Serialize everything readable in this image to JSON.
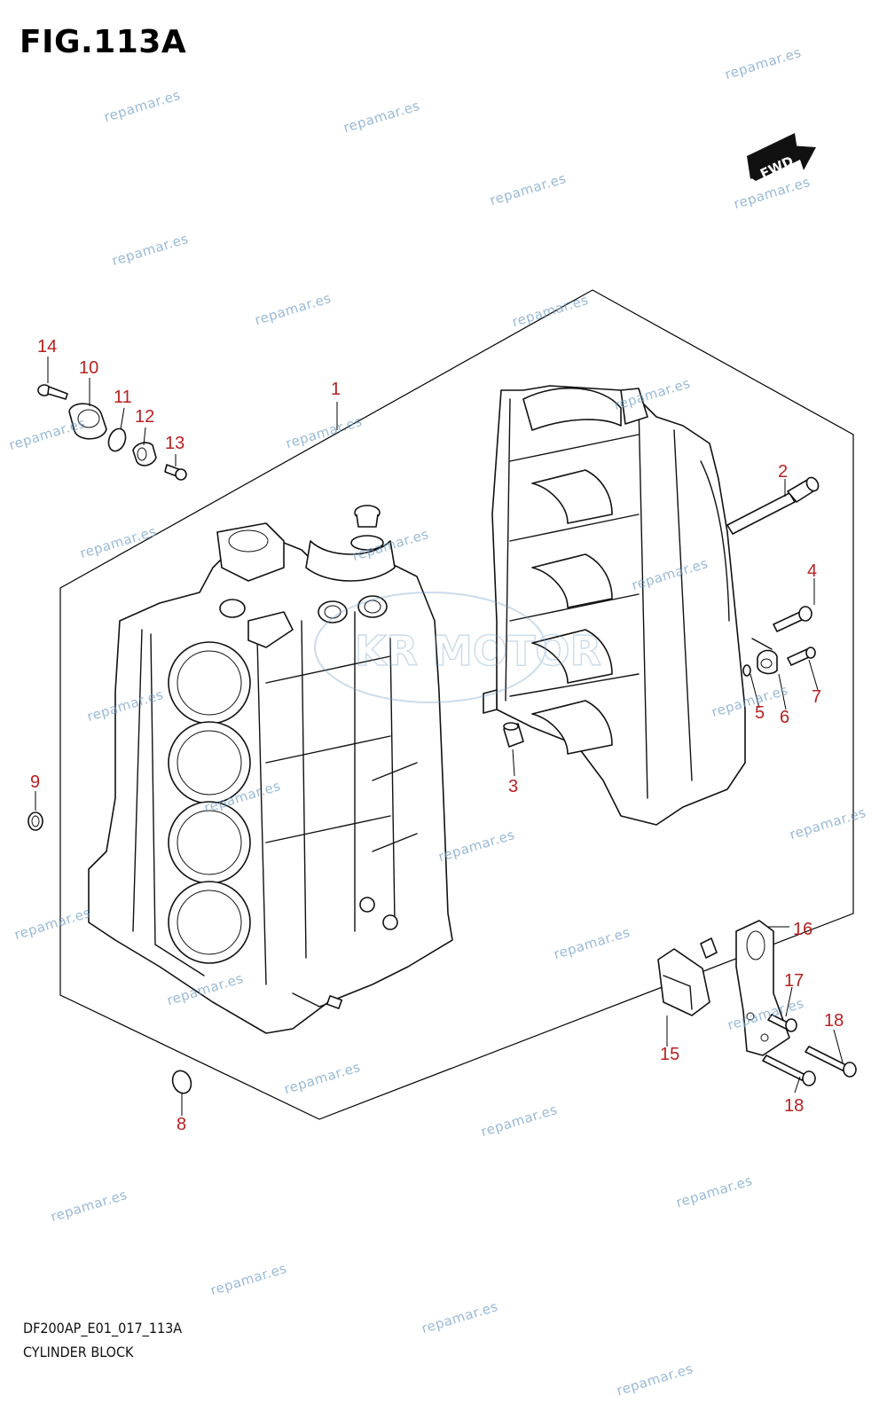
{
  "figure": {
    "title": "FIG.113A",
    "model_code": "DF200AP_E01_017_113A",
    "caption": "CYLINDER BLOCK"
  },
  "fwd_label": "FWD",
  "watermark": "repamar.es",
  "logo_text": "KR MOTOR",
  "colors": {
    "callout": "#b82020",
    "watermark": "#6d9cc8",
    "line": "#111111"
  },
  "callouts": [
    {
      "id": "1"
    },
    {
      "id": "2"
    },
    {
      "id": "3"
    },
    {
      "id": "4"
    },
    {
      "id": "5"
    },
    {
      "id": "6"
    },
    {
      "id": "7"
    },
    {
      "id": "8"
    },
    {
      "id": "9"
    },
    {
      "id": "10"
    },
    {
      "id": "11"
    },
    {
      "id": "12"
    },
    {
      "id": "13"
    },
    {
      "id": "14"
    },
    {
      "id": "15"
    },
    {
      "id": "16"
    },
    {
      "id": "17"
    },
    {
      "id": "18a",
      "label": "18"
    },
    {
      "id": "18b",
      "label": "18"
    }
  ]
}
